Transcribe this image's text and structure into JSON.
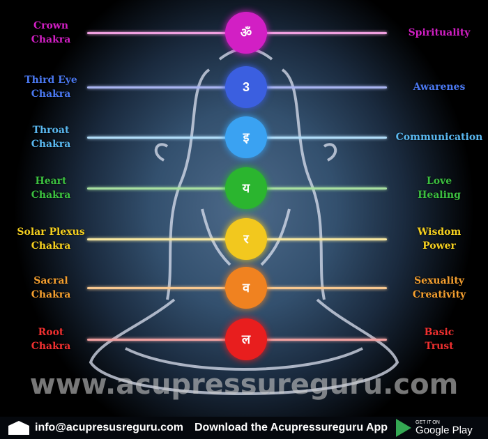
{
  "chakras": [
    {
      "name": "Crown\nChakra",
      "l1": "Crown",
      "l2": "Chakra",
      "meaning1": "Spirituality",
      "meaning2": "",
      "symbol": "ॐ",
      "color": "#d21fc4",
      "line": "#f0a0e0"
    },
    {
      "l1": "Third Eye",
      "l2": "Chakra",
      "meaning1": "Awarenes",
      "meaning2": "",
      "symbol": "3",
      "color": "#3b5fe0",
      "line": "#a8b4f0"
    },
    {
      "l1": "Throat",
      "l2": "Chakra",
      "meaning1": "Communication",
      "meaning2": "",
      "symbol": "इ",
      "color": "#3aa2f2",
      "line": "#b0dcf8"
    },
    {
      "l1": "Heart",
      "l2": "Chakra",
      "meaning1": "Love",
      "meaning2": "Healing",
      "symbol": "य",
      "color": "#2bb52f",
      "line": "#a8e0a0"
    },
    {
      "l1": "Solar Plexus",
      "l2": "Chakra",
      "meaning1": "Wisdom",
      "meaning2": "Power",
      "symbol": "र",
      "color": "#f2c81e",
      "line": "#f8e8a0"
    },
    {
      "l1": "Sacral",
      "l2": "Chakra",
      "meaning1": "Sexuality",
      "meaning2": "Creativity",
      "symbol": "व",
      "color": "#f08220",
      "line": "#f8c890"
    },
    {
      "l1": "Root",
      "l2": "Chakra",
      "meaning1": "Basic",
      "meaning2": "Trust",
      "symbol": "ल",
      "color": "#e81e1e",
      "line": "#f0a0a0"
    }
  ],
  "label_colors": [
    "#d21fc4",
    "#4a78f0",
    "#5ab8f0",
    "#3cc040",
    "#f5d020",
    "#f5a030",
    "#f03030"
  ],
  "watermark": "www.acupressureguru.com",
  "footer": {
    "email": "info@acupresusreguru.com",
    "download": "Download the Acupressureguru App",
    "store_small": "GET IT ON",
    "store_big": "Google Play"
  }
}
